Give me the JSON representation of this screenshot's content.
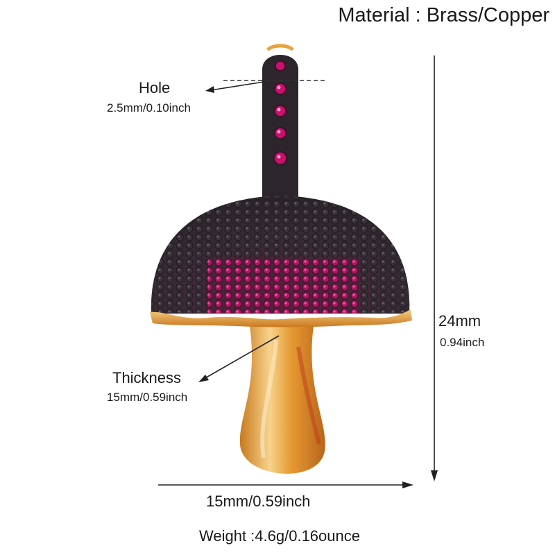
{
  "material_label": "Material : Brass/Copper",
  "hole": {
    "label": "Hole",
    "size": "2.5mm/0.10inch"
  },
  "thickness": {
    "label": "Thickness",
    "size": "15mm/0.59inch"
  },
  "height": {
    "mm": "24mm",
    "inch": "0.94inch"
  },
  "width": {
    "label": "15mm/0.59inch"
  },
  "weight_label": "Weight :4.6g/0.16ounce",
  "colors": {
    "gold": "#e8a23c",
    "gold_light": "#f8d89a",
    "stone_dark": "#2e2730",
    "stone_pink": "#c8106c"
  }
}
